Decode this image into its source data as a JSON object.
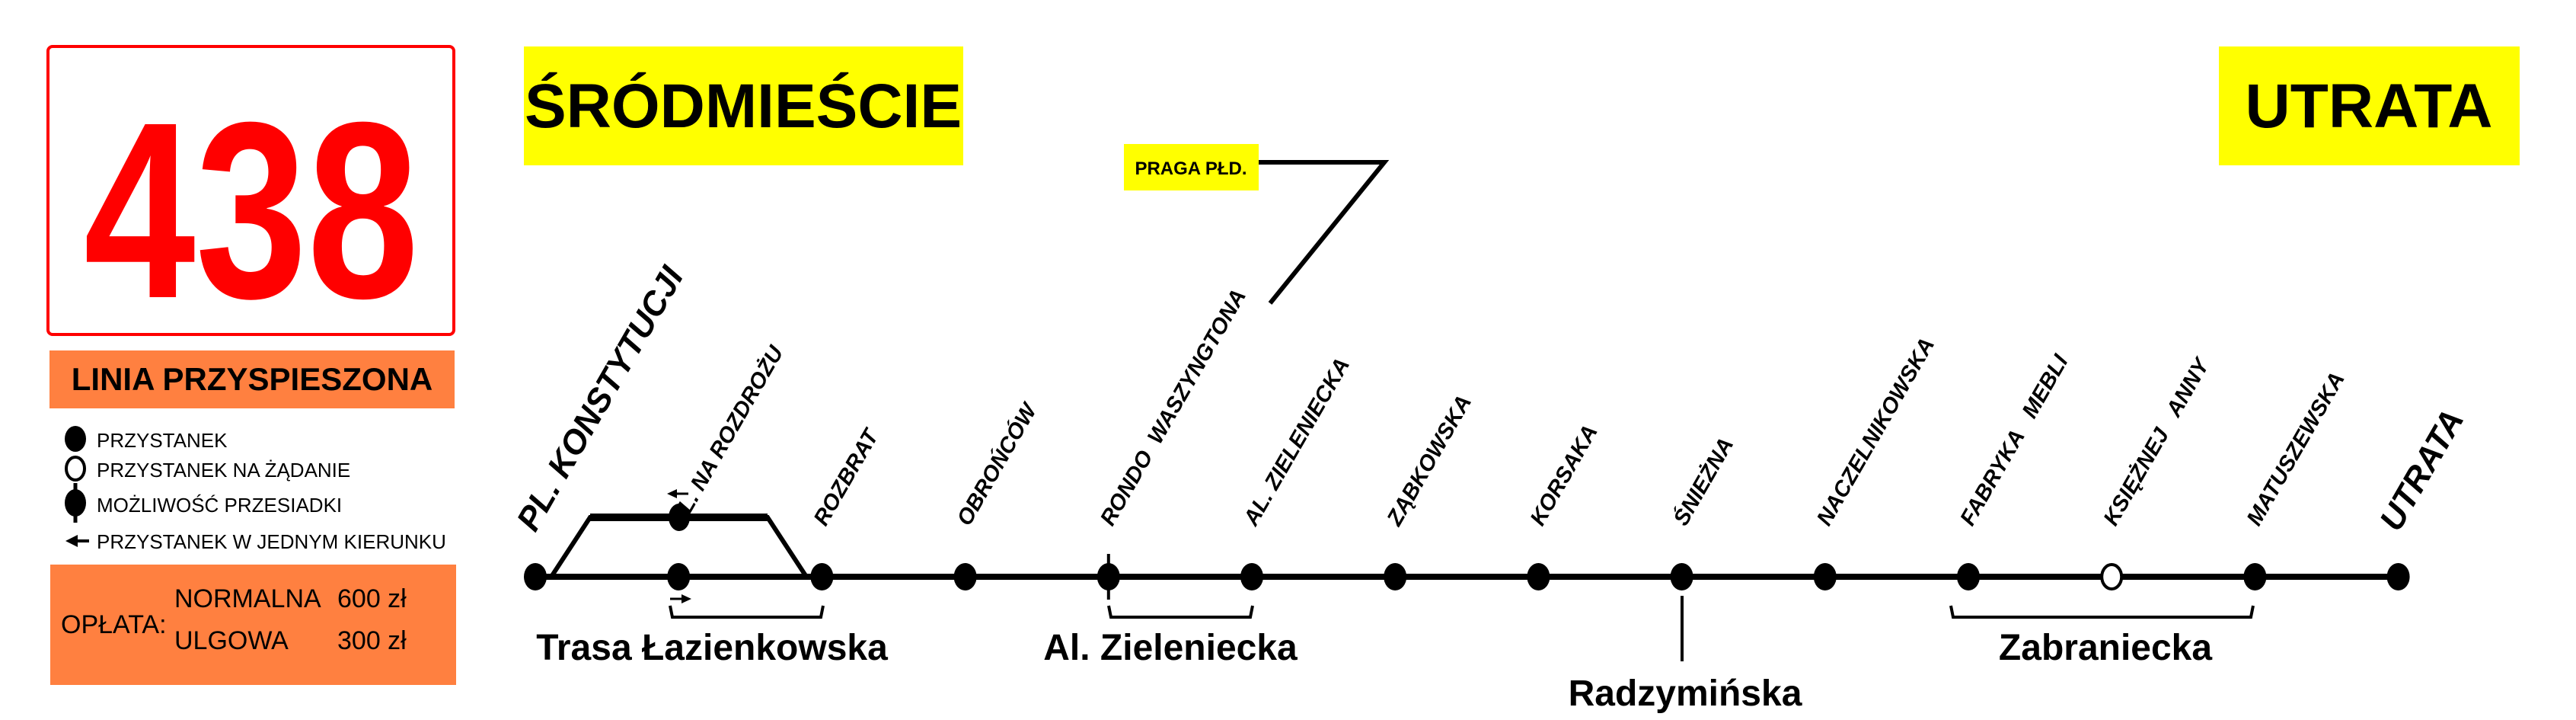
{
  "line": {
    "number": "438",
    "type_label": "LINIA PRZYSPIESZONA",
    "from_terminal": "ŚRÓDMIEŚCIE",
    "to_terminal": "UTRATA",
    "district_label": "PRAGA PŁD.",
    "colors": {
      "number": "#ff0000",
      "orange": "#ff8040",
      "yellow": "#ffff00"
    }
  },
  "legend": [
    {
      "icon": "stop-icon",
      "label": "PRZYSTANEK"
    },
    {
      "icon": "request-stop-icon",
      "label": "PRZYSTANEK NA ŻĄDANIE"
    },
    {
      "icon": "transfer-stop-icon",
      "label": "MOŻLIWOŚĆ  PRZESIADKI"
    },
    {
      "icon": "one-direction-arrow-icon",
      "label": "PRZYSTANEK W JEDNYM KIERUNKU"
    }
  ],
  "fares": {
    "label": "OPŁATA:",
    "items": [
      {
        "name": "NORMALNA",
        "price": "600 zł"
      },
      {
        "name": "ULGOWA",
        "price": "300 zł"
      }
    ]
  },
  "stops": [
    {
      "name": "PL. KONSTYTUCJI",
      "type": "stop",
      "terminal": true
    },
    {
      "name": "PL. NA ROZDROŻU",
      "type": "stop"
    },
    {
      "name": "ROZBRAT",
      "type": "stop"
    },
    {
      "name": "OBROŃCÓW",
      "type": "stop"
    },
    {
      "name": "RONDO  WASZYNGTONA",
      "type": "transfer"
    },
    {
      "name": "AL. ZIELENIECKA",
      "type": "stop"
    },
    {
      "name": "ZĄBKOWSKA",
      "type": "stop"
    },
    {
      "name": "KORSAKA",
      "type": "stop"
    },
    {
      "name": "ŚNIEŻNA",
      "type": "stop"
    },
    {
      "name": "NACZELNIKOWSKA",
      "type": "stop"
    },
    {
      "name": "FABRYKA   MEBLI",
      "type": "stop"
    },
    {
      "name": "KSIĘŻNEJ   ANNY",
      "type": "request"
    },
    {
      "name": "MATUSZEWSKA",
      "type": "stop"
    },
    {
      "name": "UTRATA",
      "type": "stop",
      "terminal": true
    }
  ],
  "streets": {
    "trasa": "Trasa Łazienkowska",
    "zieleniecka": "Al. Zieleniecka",
    "radzyminska": "Radzymińska",
    "zabraniecka": "Zabraniecka"
  }
}
